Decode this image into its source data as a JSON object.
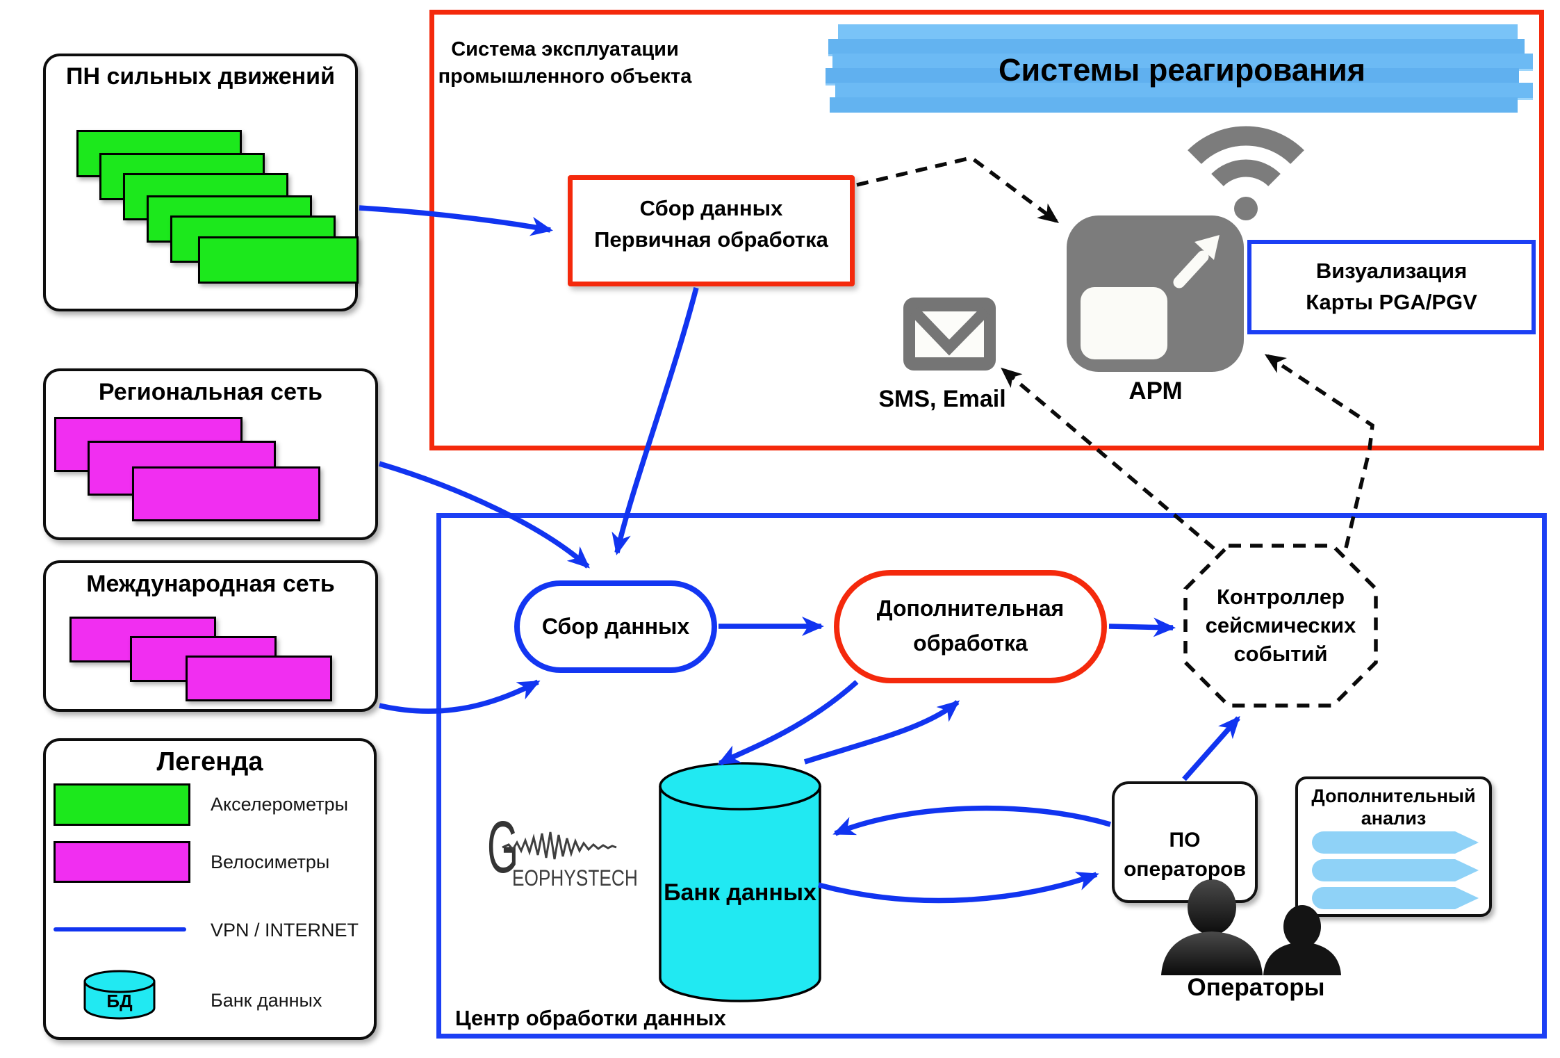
{
  "pn_box": {
    "title": "ПН сильных движений"
  },
  "regional_box": {
    "title": "Региональная сеть"
  },
  "international_box": {
    "title": "Международная сеть"
  },
  "legend": {
    "title": "Легенда",
    "db_label": "БД",
    "items": [
      {
        "label": "Акселерометры"
      },
      {
        "label": "Велосиметры"
      },
      {
        "label": "VPN / INTERNET"
      },
      {
        "label": "Банк данных"
      }
    ]
  },
  "industrial": {
    "title_line1": "Система эксплуатации",
    "title_line2": "промышленного объекта",
    "banner": "Системы реагирования",
    "collect_line1": "Сбор данных",
    "collect_line2": "Первичная обработка",
    "sms": "SMS, Email",
    "arm": "АРМ",
    "viz_line1": "Визуализация",
    "viz_line2": "Карты PGA/PGV"
  },
  "center": {
    "label": "Центр обработки данных",
    "collect": "Сбор данных",
    "extra_line1": "Дополнительная",
    "extra_line2": "обработка",
    "controller_line1": "Контроллер",
    "controller_line2": "сейсмических",
    "controller_line3": "событий",
    "databank": "Банк данных",
    "po_line1": "ПО",
    "po_line2": "операторов",
    "analysis_line1": "Дополнительный",
    "analysis_line2": "анализ",
    "operators": "Операторы"
  },
  "logo": {
    "initial": "G",
    "rest": "EOPHYSTECH"
  },
  "colors": {
    "accelerometer": "#1ce81c",
    "velocimeter": "#f12ef1",
    "databank": "#21e9f2",
    "link_blue": "#1134f0",
    "alert_red": "#f4290c",
    "center_blue": "#1c3ff4",
    "banner_blue": "#66b6f2",
    "icon_gray": "#7c7c7c",
    "analysis_arrow": "#8fd2f7"
  }
}
